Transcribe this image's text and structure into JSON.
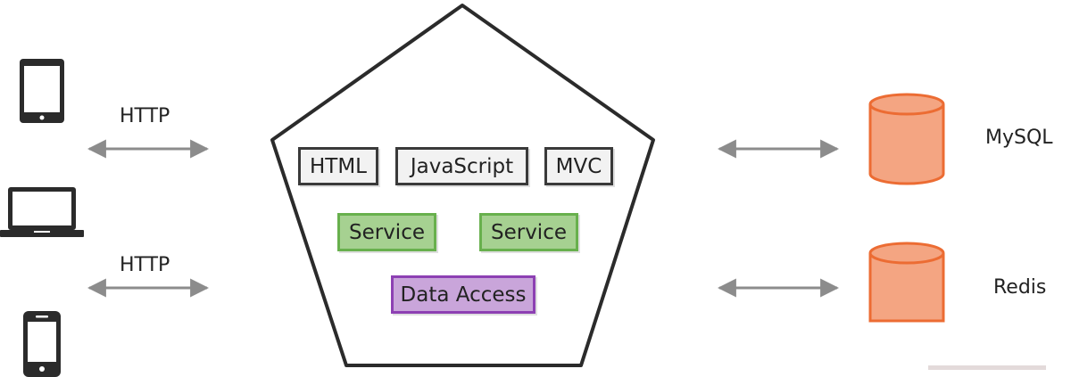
{
  "clients": {
    "top_protocol": "HTTP",
    "bottom_protocol": "HTTP",
    "devices": [
      {
        "name": "tablet-icon"
      },
      {
        "name": "laptop-icon"
      },
      {
        "name": "phone-icon"
      }
    ]
  },
  "application": {
    "ui_components": [
      "HTML",
      "JavaScript",
      "MVC"
    ],
    "services": [
      "Service",
      "Service"
    ],
    "data_access": "Data Access"
  },
  "databases": [
    {
      "name": "MySQL",
      "icon": "database-cylinder-icon"
    },
    {
      "name": "Redis",
      "icon": "database-cylinder-icon"
    }
  ],
  "colors": {
    "ui_box_fill": "#f2f2f2",
    "ui_box_border": "#3a3a3a",
    "service_fill": "#a6d191",
    "service_border": "#68b04d",
    "data_access_fill": "#c9a5da",
    "data_access_border": "#8d40b3",
    "database_fill": "#f4a582",
    "database_border": "#ec6c33",
    "arrow": "#8c8c8c"
  }
}
